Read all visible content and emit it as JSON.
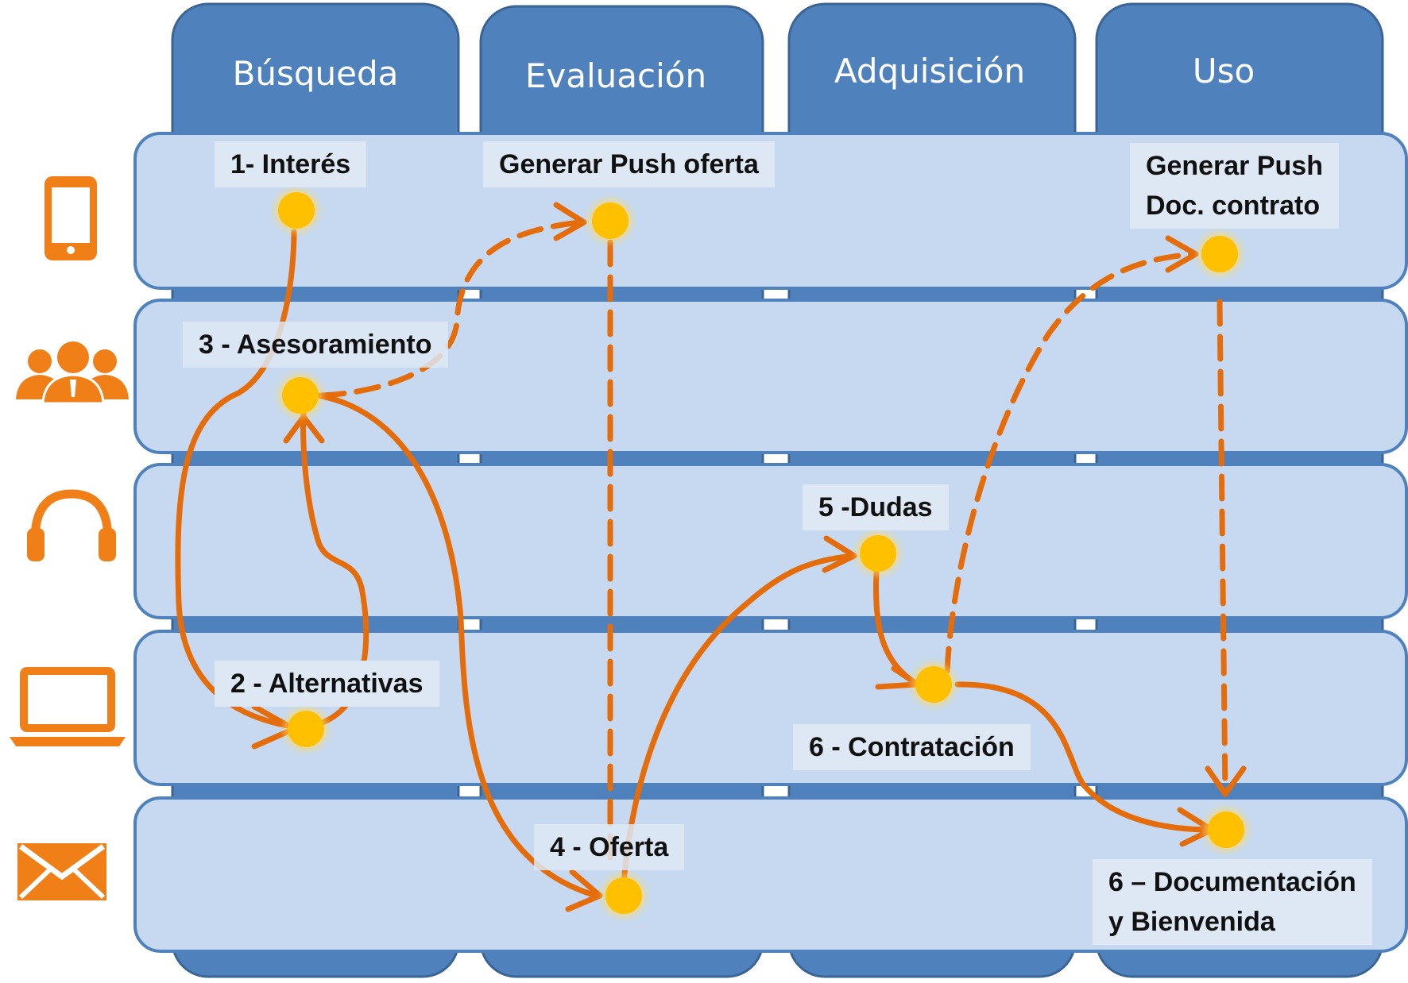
{
  "stages": [
    "Búsqueda",
    "Evaluación",
    "Adquisición",
    "Uso"
  ],
  "channels": [
    {
      "icon": "smartphone-icon"
    },
    {
      "icon": "people-group-icon"
    },
    {
      "icon": "headset-icon"
    },
    {
      "icon": "laptop-icon"
    },
    {
      "icon": "envelope-icon"
    }
  ],
  "steps": {
    "interes": "1- Interés",
    "alternativas": "2 - Alternativas",
    "asesoramiento": "3 - Asesoramiento",
    "oferta": "4 - Oferta",
    "dudas": "5 -Dudas",
    "contratacion": "6 - Contratación",
    "documentacion_line1": "6 – Documentación",
    "documentacion_line2": "y Bienvenida",
    "push_oferta": "Generar Push oferta",
    "push_doc_line1": "Generar Push",
    "push_doc_line2": "Doc. contrato"
  },
  "colors": {
    "stage_header": "#4f81bd",
    "lane_fill": "#c6d9f0",
    "lane_stroke": "#4f81bd",
    "accent": "#e46c0a",
    "node": "#ffc000"
  }
}
